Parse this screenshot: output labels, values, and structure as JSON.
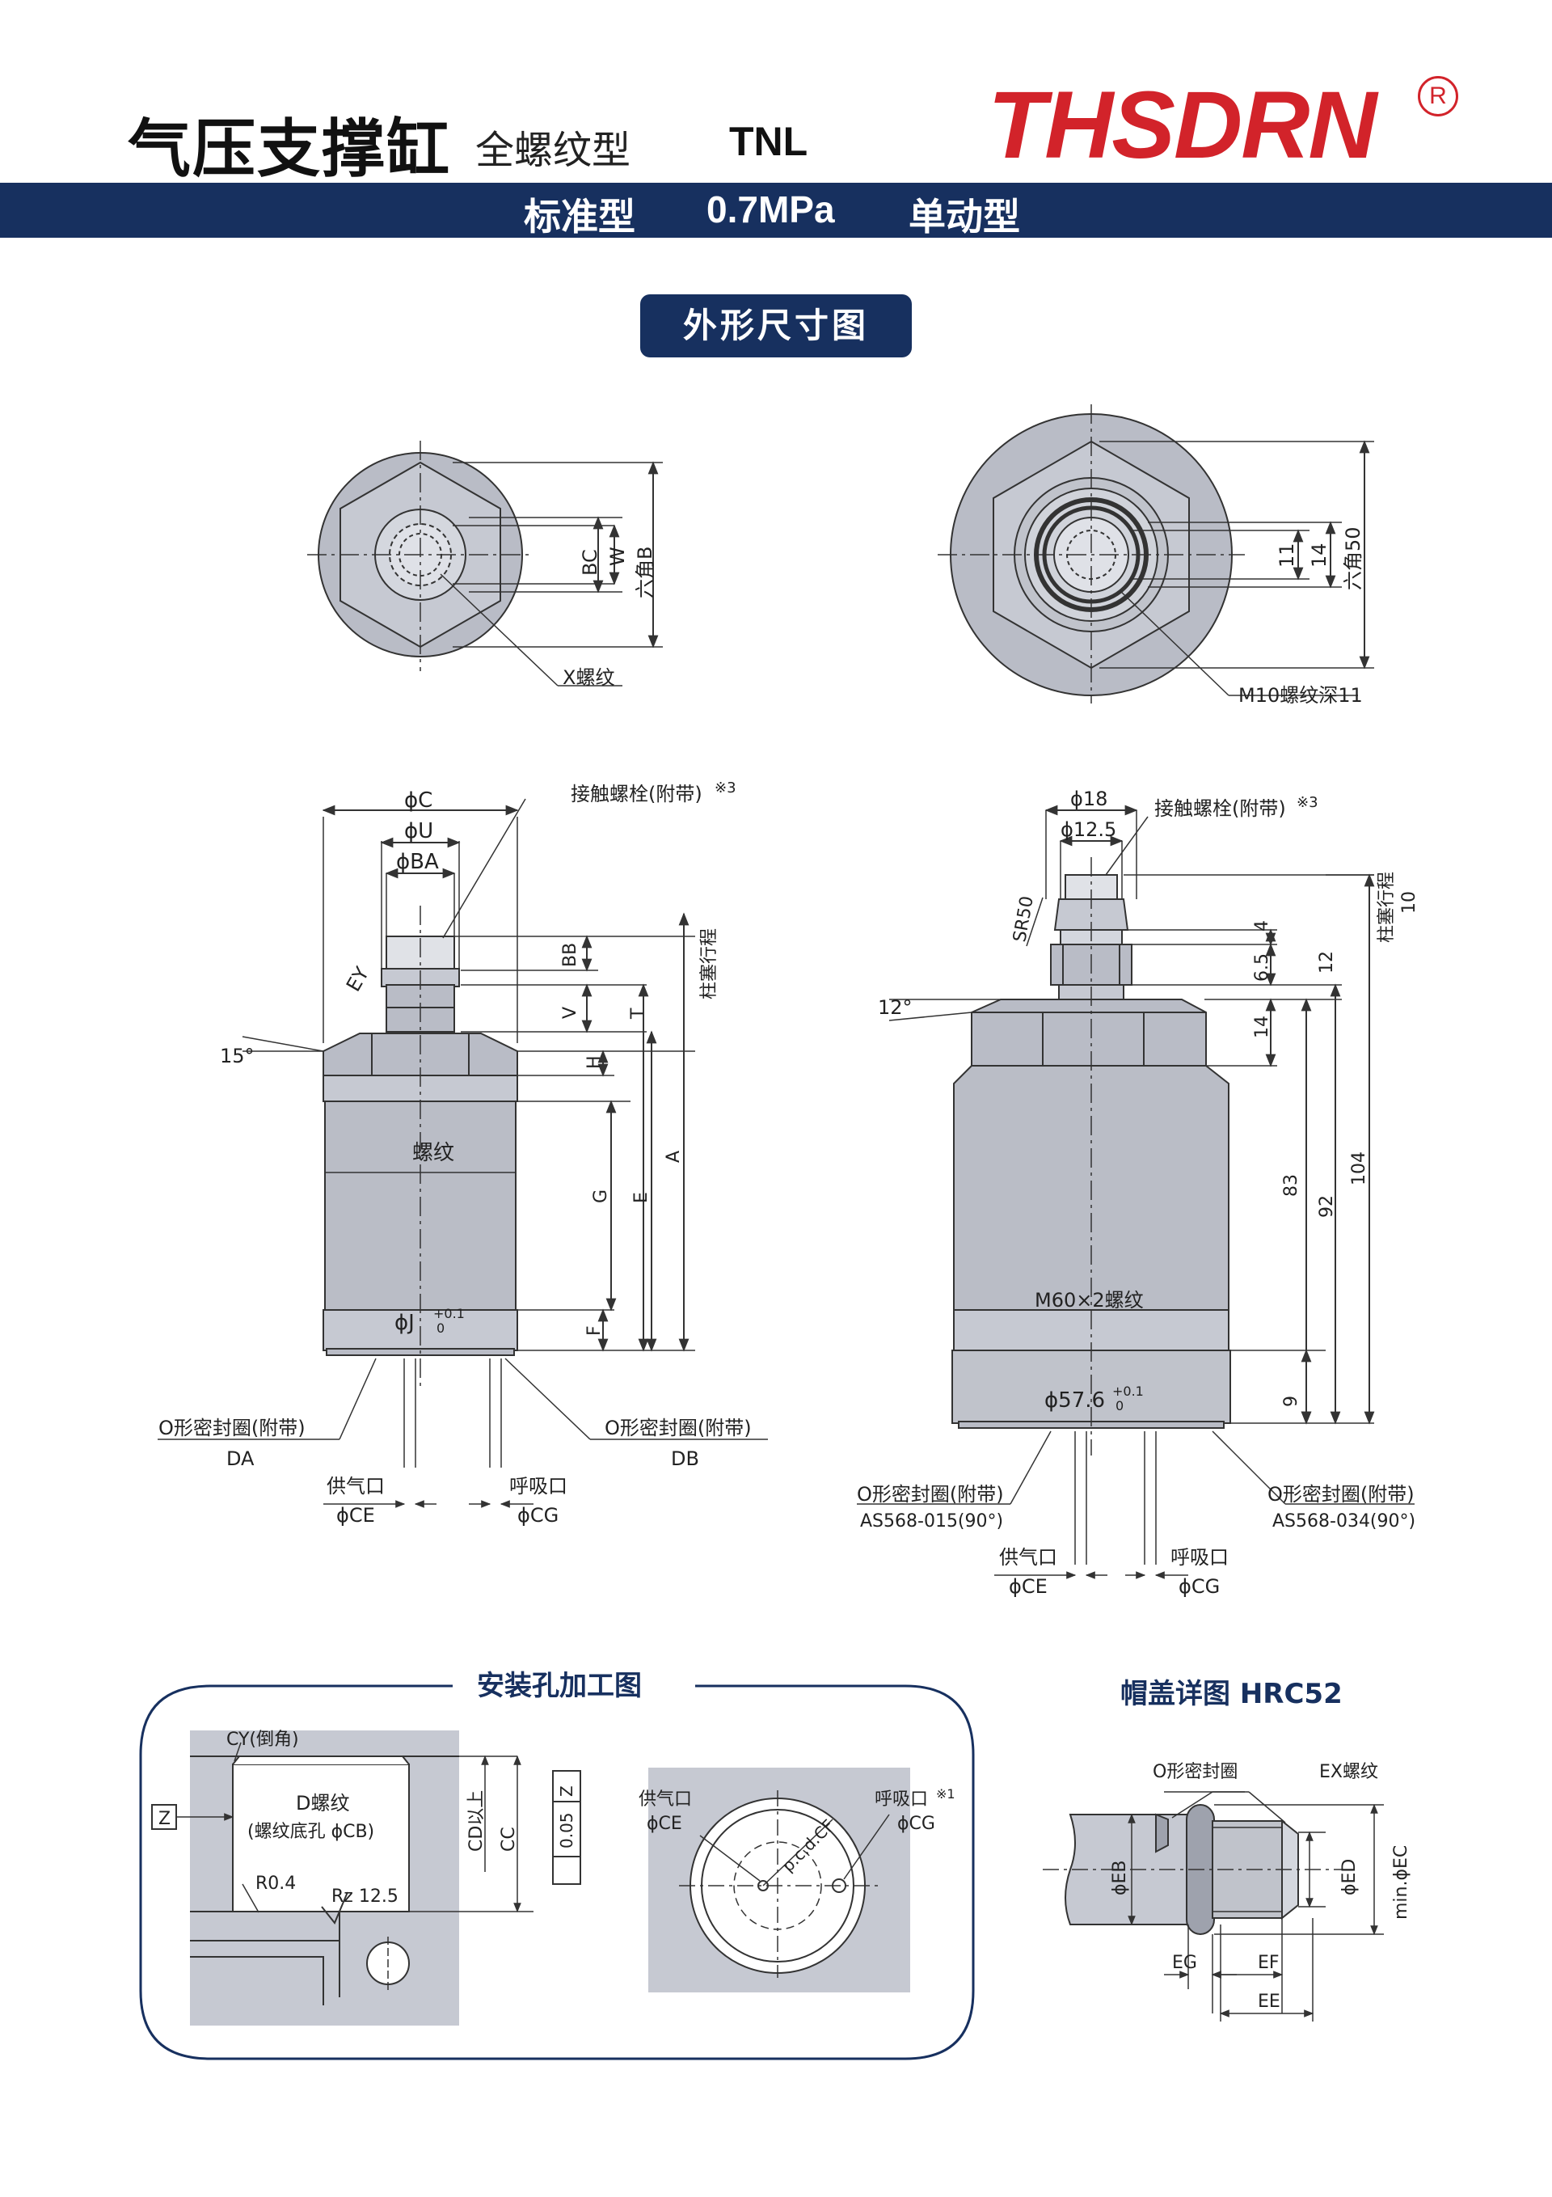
{
  "header": {
    "title": "气压支撑缸",
    "subtitle": "全螺纹型",
    "model": "TNL",
    "band_items": [
      "标准型",
      "0.7MPa",
      "单动型"
    ]
  },
  "brand": {
    "logo_text": "THSDRN",
    "registered_mark": "R",
    "color": "#d2232a"
  },
  "theme": {
    "navy": "#17305f"
  },
  "section_title": "外形尺寸图",
  "top_left_view": {
    "labels": {
      "bc": "BC",
      "w": "W",
      "hex_b": "六角B",
      "x_thread": "X螺纹"
    }
  },
  "top_right_view": {
    "labels": {
      "d11": "11",
      "d14": "14",
      "hex50": "六角50",
      "m10": "M10螺纹深11"
    }
  },
  "side_left_view": {
    "labels": {
      "c": "ϕC",
      "u": "ϕU",
      "ba": "ϕBA",
      "bolt": "接触螺栓(附带)",
      "note3": "※3",
      "ey": "EY",
      "bb": "BB",
      "v": "V",
      "t": "T",
      "h": "H",
      "g": "G",
      "e": "E",
      "a": "A",
      "f": "F",
      "stroke": "柱塞行程",
      "angle": "15°",
      "thread": "螺纹",
      "j": "ϕJ",
      "j_upper": "+0.1",
      "j_lower": "0",
      "oring_left": "O形密封圈(附带)",
      "da": "DA",
      "oring_right": "O形密封圈(附带)",
      "db": "DB",
      "supply": "供气口",
      "ce": "ϕCE",
      "breath": "呼吸口",
      "cg": "ϕCG"
    }
  },
  "side_right_view": {
    "labels": {
      "d18": "ϕ18",
      "d125": "ϕ12.5",
      "bolt": "接触螺栓(附带)",
      "note3": "※3",
      "sr50": "SR50",
      "stroke": "柱塞行程",
      "stroke_val": "10",
      "d4": "4",
      "d65": "6.5",
      "d12": "12",
      "d14": "14",
      "d83": "83",
      "d92": "92",
      "d104": "104",
      "d9": "9",
      "angle": "12°",
      "thread": "M60×2螺纹",
      "d576": "ϕ57.6",
      "tol_upper": "+0.1",
      "tol_lower": "0",
      "oring_left": "O形密封圈(附带)",
      "as_left": "AS568-015(90°)",
      "oring_right": "O形密封圈(附带)",
      "as_right": "AS568-034(90°)",
      "supply": "供气口",
      "ce": "ϕCE",
      "breath": "呼吸口",
      "cg": "ϕCG"
    }
  },
  "mounting": {
    "title": "安装孔加工图",
    "labels": {
      "cy": "CY(倒角)",
      "d_thread": "D螺纹",
      "bottom": "(螺纹底孔 ϕCB)",
      "z": "Z",
      "r": "R0.4",
      "rz": "Rz 12.5",
      "cd": "CD以上",
      "cc": "CC",
      "tol": "0.05",
      "datum": "Z",
      "supply": "供气口",
      "ce": "ϕCE",
      "breath": "呼吸口",
      "note1": "※1",
      "cg": "ϕCG",
      "pcd": "p.c.d.CF"
    }
  },
  "cap": {
    "title": "帽盖详图 HRC52",
    "labels": {
      "oring": "O形密封圈",
      "ex": "EX螺纹",
      "eb": "ϕEB",
      "ed": "ϕED",
      "ec": "min.ϕEC",
      "eg": "EG",
      "ef": "EF",
      "ee": "EE"
    }
  }
}
